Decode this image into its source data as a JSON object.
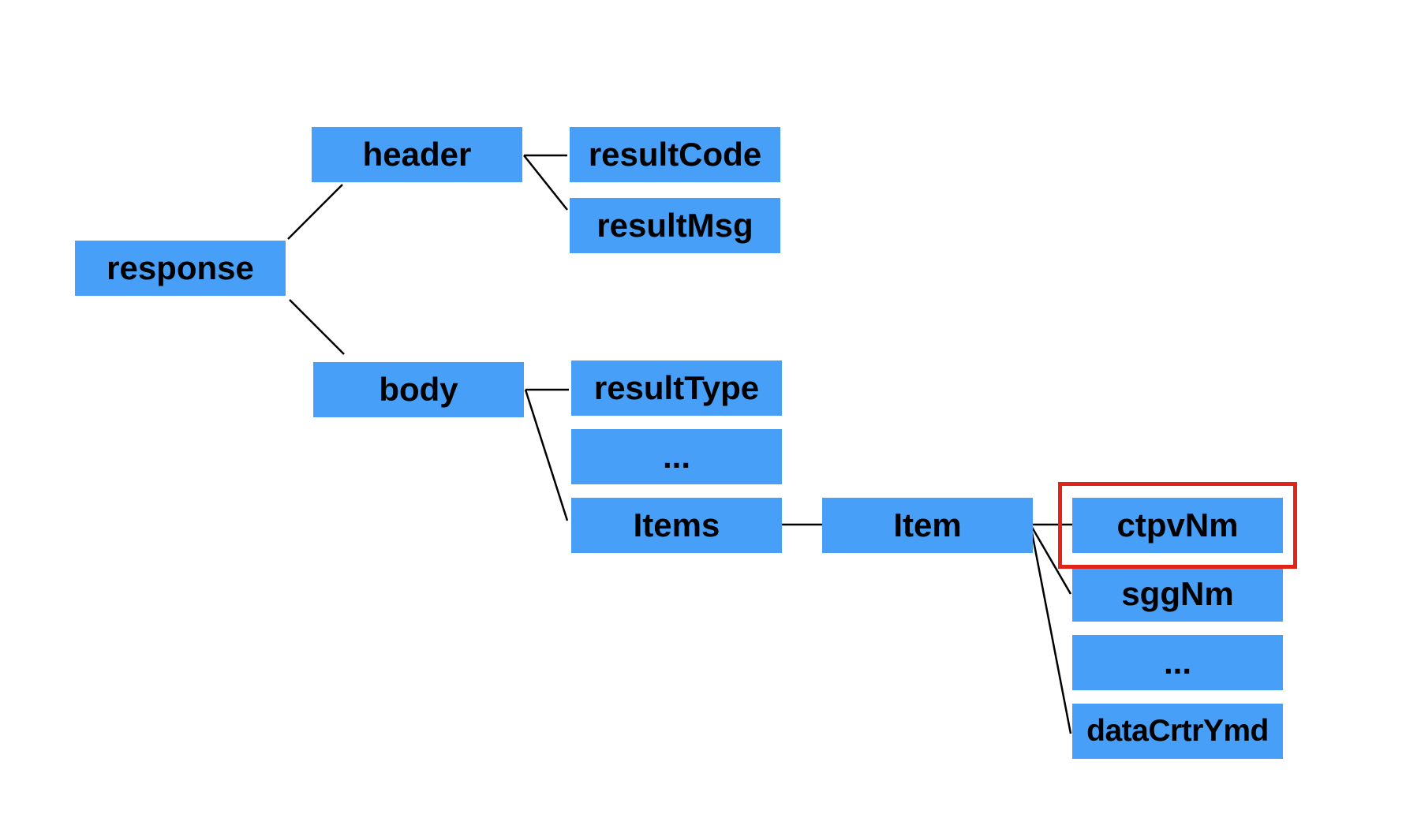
{
  "diagram": {
    "nodes": {
      "response": "response",
      "header": "header",
      "body": "body",
      "resultCode": "resultCode",
      "resultMsg": "resultMsg",
      "resultType": "resultType",
      "body_ellipsis": "...",
      "items": "Items",
      "item": "Item",
      "ctpvNm": "ctpvNm",
      "sggNm": "sggNm",
      "item_ellipsis": "...",
      "dataCrtrYmd": "dataCrtrYmd"
    },
    "highlighted_node": "ctpvNm",
    "colors": {
      "node_fill": "#479ff7",
      "node_text": "#000000",
      "connector": "#000000",
      "highlight_border": "#e0241a"
    }
  }
}
